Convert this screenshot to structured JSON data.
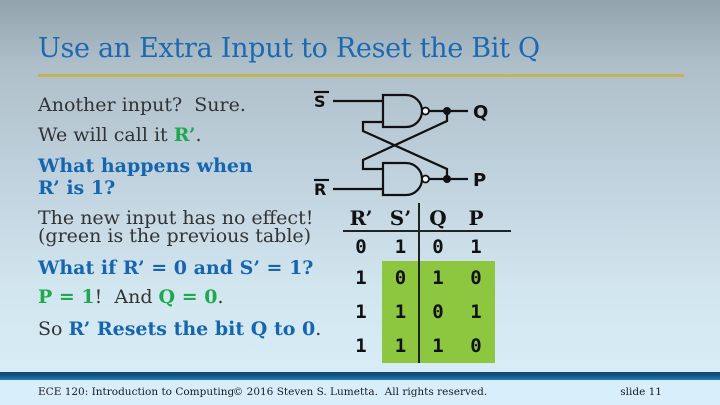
{
  "title": "Use an Extra Input to Reset the Bit Q",
  "body": {
    "lines": [
      {
        "segments": [
          {
            "t": "Another input?  Sure.",
            "c": "dark"
          }
        ]
      },
      {
        "segments": [
          {
            "t": "We will call it ",
            "c": "dark"
          },
          {
            "t": "R’",
            "c": "green"
          },
          {
            "t": ".",
            "c": "dark"
          }
        ]
      },
      {
        "segments": [
          {
            "t": "What happens when",
            "c": "blue"
          }
        ]
      },
      {
        "segments": [
          {
            "t": "R’ is 1?",
            "c": "blue"
          }
        ]
      },
      {
        "segments": [
          {
            "t": "The new input has no effect!",
            "c": "dark"
          }
        ]
      },
      {
        "segments": [
          {
            "t": "(green is the previous table)",
            "c": "dark"
          }
        ]
      },
      {
        "segments": [
          {
            "t": "What if R’ = 0 and S’ = 1?",
            "c": "blue"
          }
        ]
      },
      {
        "segments": [
          {
            "t": "P = 1",
            "c": "green"
          },
          {
            "t": "!  And ",
            "c": "dark"
          },
          {
            "t": "Q = 0",
            "c": "green"
          },
          {
            "t": ".",
            "c": "dark"
          }
        ]
      },
      {
        "segments": [
          {
            "t": "So ",
            "c": "dark"
          },
          {
            "t": "R’ Resets the bit Q to 0",
            "c": "blue"
          },
          {
            "t": ".",
            "c": "dark"
          }
        ]
      }
    ]
  },
  "circuit": {
    "type": "cross-coupled NAND latch",
    "input_top": "S",
    "input_bottom": "R",
    "inputs_active_low": true,
    "output_top": "Q",
    "output_bottom": "P"
  },
  "truth_table": {
    "headers": [
      "R’",
      "S’",
      "Q",
      "P"
    ],
    "rows": [
      [
        "0",
        "1",
        "0",
        "1"
      ],
      [
        "1",
        "0",
        "1",
        "0"
      ],
      [
        "1",
        "1",
        "0",
        "1"
      ],
      [
        "1",
        "1",
        "1",
        "0"
      ]
    ],
    "highlighted_rows": [
      1,
      2,
      3
    ],
    "highlighted_columns": [
      "S’",
      "Q",
      "P"
    ],
    "highlight_color": "#8dc63f"
  },
  "footer": {
    "course": "ECE 120: Introduction to Computing",
    "copyright": "© 2016 Steven S. Lumetta.  All rights reserved.",
    "slide": "slide 11"
  },
  "colors": {
    "title_blue": "#1c69b2",
    "emphasis_blue": "#1565b0",
    "emphasis_green": "#1fa94e",
    "rule_gold": "#c7b253",
    "table_highlight": "#8dc63f",
    "footer_bar_blue": "#1e82c6",
    "footer_background": "#d9eefb"
  }
}
